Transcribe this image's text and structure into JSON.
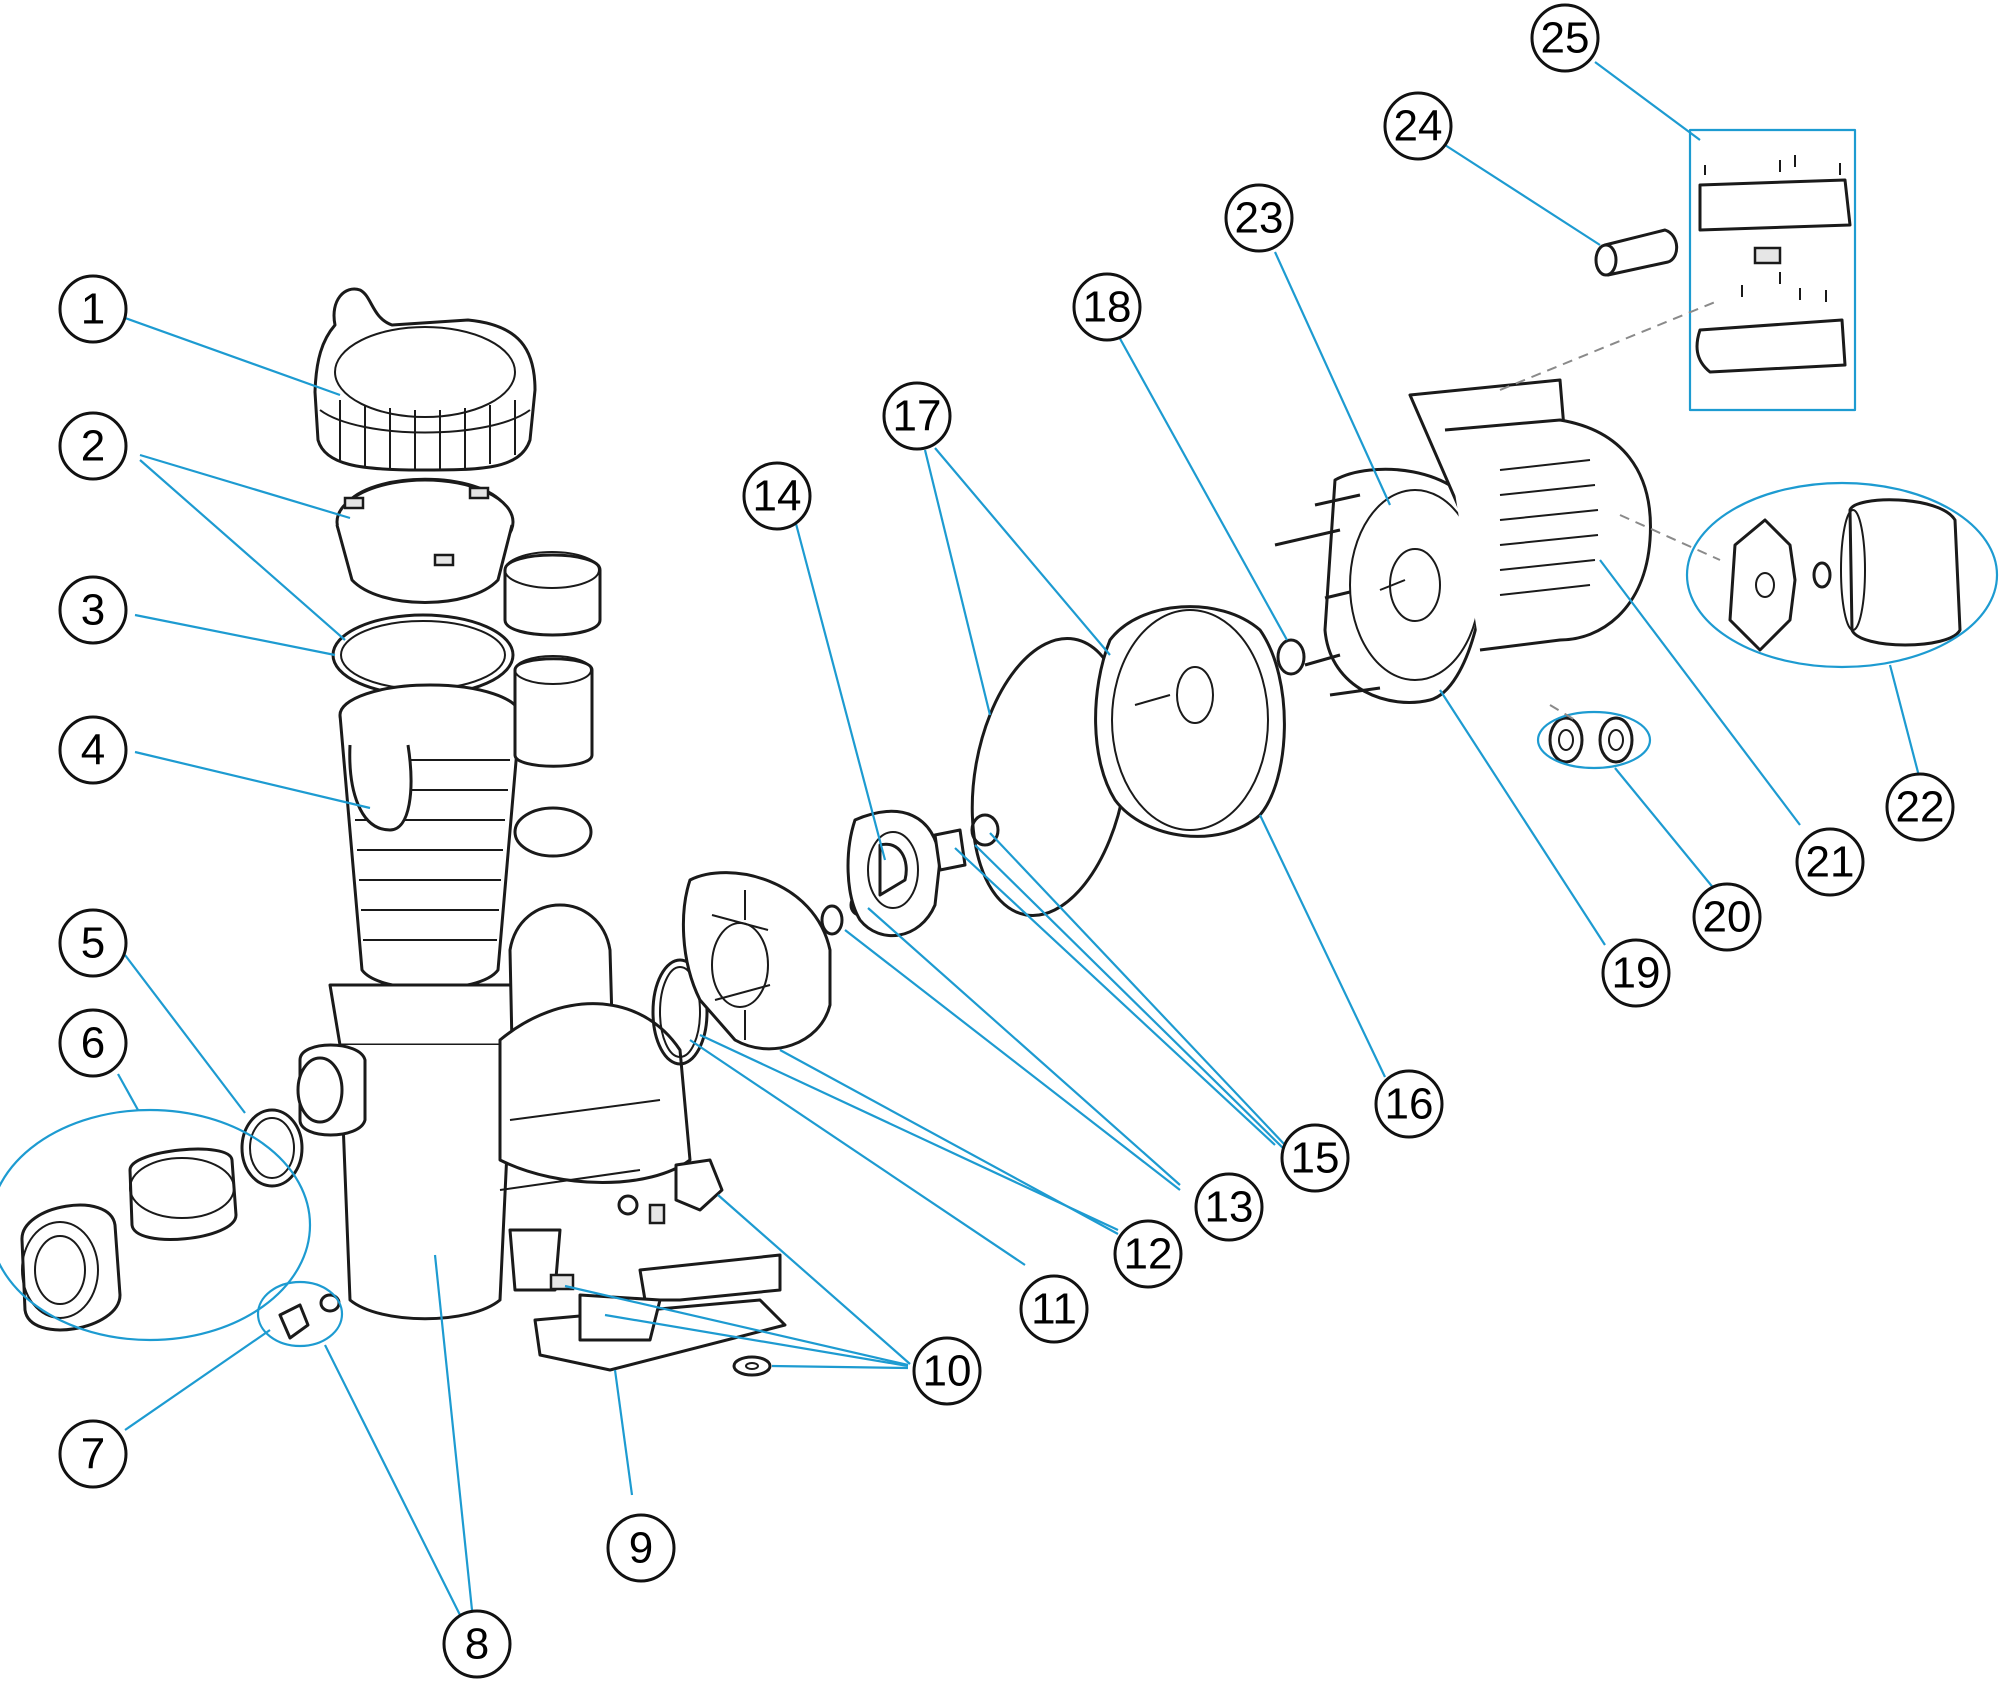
{
  "diagram": {
    "callouts": [
      {
        "id": "1",
        "label": "1"
      },
      {
        "id": "2",
        "label": "2"
      },
      {
        "id": "3",
        "label": "3"
      },
      {
        "id": "4",
        "label": "4"
      },
      {
        "id": "5",
        "label": "5"
      },
      {
        "id": "6",
        "label": "6"
      },
      {
        "id": "7",
        "label": "7"
      },
      {
        "id": "8",
        "label": "8"
      },
      {
        "id": "9",
        "label": "9"
      },
      {
        "id": "10",
        "label": "10"
      },
      {
        "id": "11",
        "label": "11"
      },
      {
        "id": "12",
        "label": "12"
      },
      {
        "id": "13",
        "label": "13"
      },
      {
        "id": "14",
        "label": "14"
      },
      {
        "id": "15",
        "label": "15"
      },
      {
        "id": "16",
        "label": "16"
      },
      {
        "id": "17",
        "label": "17"
      },
      {
        "id": "18",
        "label": "18"
      },
      {
        "id": "19",
        "label": "19"
      },
      {
        "id": "20",
        "label": "20"
      },
      {
        "id": "21",
        "label": "21"
      },
      {
        "id": "22",
        "label": "22"
      },
      {
        "id": "23",
        "label": "23"
      },
      {
        "id": "24",
        "label": "24"
      },
      {
        "id": "25",
        "label": "25"
      }
    ],
    "colors": {
      "leader_line": "#1d9bd1",
      "outline": "#1a1a1a",
      "guide_dashed": "#8a8a8a",
      "background": "#ffffff"
    }
  }
}
